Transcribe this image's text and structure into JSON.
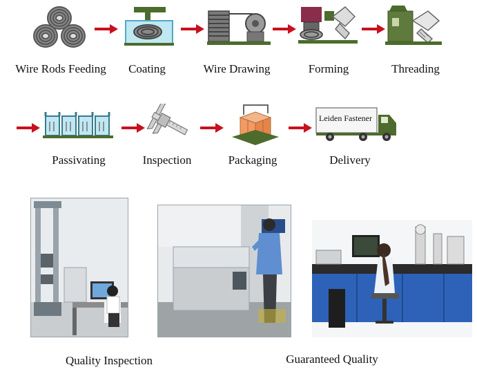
{
  "steps": {
    "wire_rods_feeding": "Wire Rods Feeding",
    "coating": "Coating",
    "wire_drawing": "Wire Drawing",
    "forming": "Forming",
    "threading": "Threading",
    "passivating": "Passivating",
    "inspection": "Inspection",
    "packaging": "Packaging",
    "delivery": "Delivery"
  },
  "truck_text": "Leiden Fastener",
  "captions": {
    "quality_inspection": "Quality Inspection",
    "guaranteed_quality": "Guaranteed Quality"
  },
  "colors": {
    "arrow": "#c8101e",
    "green_base": "#4d6b2c",
    "coil": "#555555",
    "water": "#bfe8f2"
  }
}
